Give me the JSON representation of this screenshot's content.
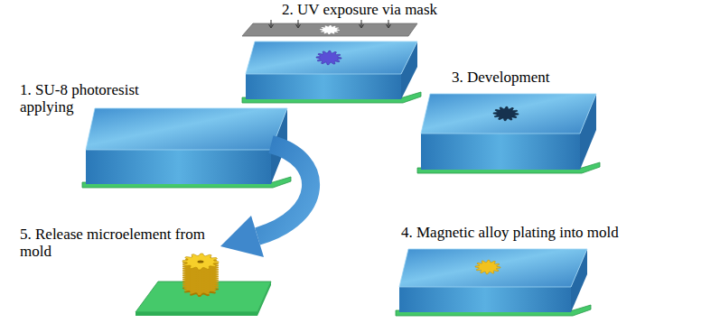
{
  "diagram": {
    "labels": [
      "1. SU-8 photoresist applying",
      "2. UV exposure via mask",
      "3. Development",
      "4. Magnetic alloy plating into mold",
      "5. Release microelement from mold"
    ]
  }
}
